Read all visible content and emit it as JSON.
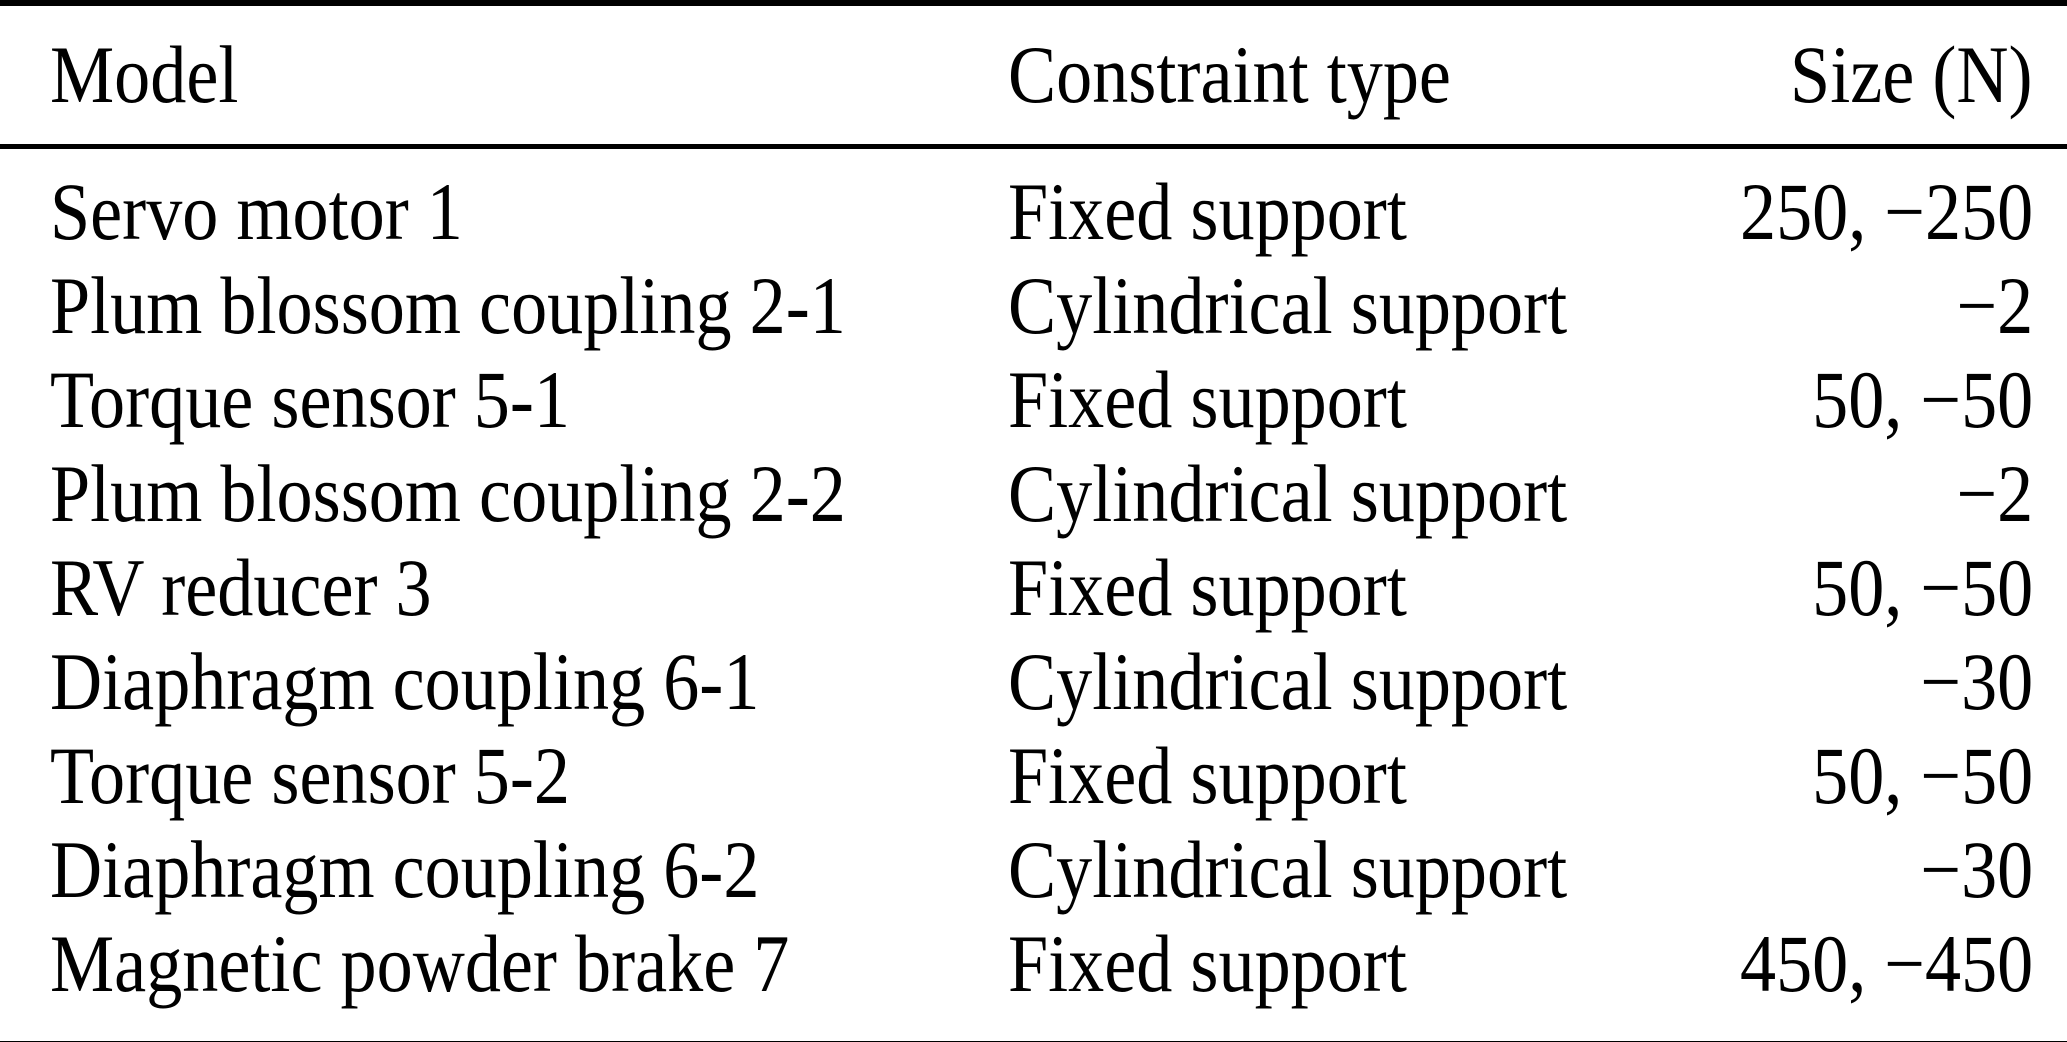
{
  "table": {
    "columns": [
      "Model",
      "Constraint type",
      "Size (N)"
    ],
    "rows": [
      {
        "model": "Servo motor 1",
        "constraint": "Fixed support",
        "size": "250, −250"
      },
      {
        "model": "Plum blossom coupling 2-1",
        "constraint": "Cylindrical support",
        "size": "−2"
      },
      {
        "model": "Torque sensor 5-1",
        "constraint": "Fixed support",
        "size": "50, −50"
      },
      {
        "model": "Plum blossom coupling 2-2",
        "constraint": "Cylindrical support",
        "size": "−2"
      },
      {
        "model": "RV reducer 3",
        "constraint": "Fixed support",
        "size": "50, −50"
      },
      {
        "model": "Diaphragm coupling 6-1",
        "constraint": "Cylindrical support",
        "size": "−30"
      },
      {
        "model": "Torque sensor 5-2",
        "constraint": "Fixed support",
        "size": "50, −50"
      },
      {
        "model": "Diaphragm coupling 6-2",
        "constraint": "Cylindrical support",
        "size": "−30"
      },
      {
        "model": "Magnetic powder brake 7",
        "constraint": "Fixed support",
        "size": "450, −450"
      }
    ],
    "colors": {
      "text": "#000000",
      "background": "#ffffff",
      "rule": "#000000"
    }
  }
}
